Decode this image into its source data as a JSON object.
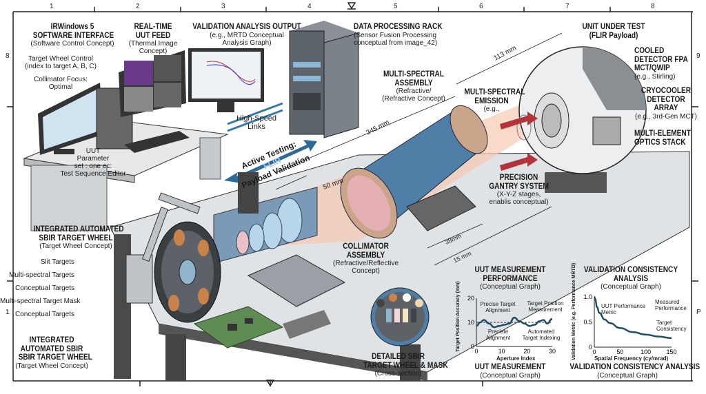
{
  "frame": {
    "top_ruler": [
      "1",
      "2",
      "3",
      "4",
      "5",
      "6",
      "7",
      "8"
    ],
    "left_ruler": [
      "8",
      "1"
    ],
    "right_ruler": [
      "9",
      "P"
    ]
  },
  "labels": {
    "software": {
      "title1": "IRWindows 5",
      "title2": "SOFTWARE INTERFACE",
      "sub": "(Software Control Concept)"
    },
    "target_wheel_control": {
      "line1": "Target Wheel Control",
      "line2": "(index to target A, B, C)"
    },
    "collimator_focus": {
      "line1": "Collimator Focus:",
      "line2": "Optimal"
    },
    "uut_feed": {
      "title1": "REAL-TIME",
      "title2": "UUT FEED",
      "sub1": "(Thermal Image",
      "sub2": "Concept)"
    },
    "validation_output": {
      "title": "VALIDATION ANALYSIS OUTPUT",
      "sub1": "(e.g., MRTD Conceptual",
      "sub2": "Analysis Graph)"
    },
    "rack": {
      "title": "DATA PROCESSING RACK",
      "sub1": "(Sensor Fusion Processing",
      "sub2": "conceptual from image_42)"
    },
    "uut": {
      "title1": "UNIT UNDER TEST",
      "title2": "(FLIR Payload)"
    },
    "fpa": {
      "title1": "COOLED",
      "title2": "DETECTOR FPA",
      "title3": "MCT/QWIP",
      "sub": "(e.g., Stirling)"
    },
    "cryocooler": {
      "title1": "CRYOCOOLER",
      "title2": "DETECTOR",
      "title3": "ARRAY",
      "sub": "(e.g., 3rd-Gen MCT)"
    },
    "optics_stack": {
      "title1": "MULTI-ELEMENT",
      "title2": "OPTICS STACK"
    },
    "ms_assembly": {
      "title1": "MULTI-SPECTRAL",
      "title2": "ASSEMBLY",
      "sub1": "(Refractive/",
      "sub2": "(Refractive Concept)"
    },
    "ms_emission": {
      "title1": "MULTI-SPECTRAL",
      "title2": "EMISSION",
      "sub": "(e.g.,"
    },
    "links": {
      "line1": "High-Speed",
      "line2": "Links"
    },
    "active_testing": {
      "line1": "Active Testing:",
      "line2": "FLIR",
      "line3": "Payload Validation"
    },
    "uut_param": {
      "line1": "UUT",
      "line2": "Parameter",
      "line3": "set : one ec:",
      "line4": "Test Sequence Editor"
    },
    "gantry": {
      "title1": "PRECISION",
      "title2": "GANTRY SYSTEM",
      "sub1": "(X-Y-Z stages,",
      "sub2": "enablis conceptual)"
    },
    "wheel_top": {
      "title1": "INTEGRATED AUTOMATED",
      "title2": "SBIR TARGET WHEEL",
      "sub": "(Target Wheel Concept)"
    },
    "wheel_items": [
      "Slit Targets",
      "Multi-spectral Targets",
      "Conceptual Targets",
      "Multi-spectral Target Mask",
      "Conceptual Targets"
    ],
    "wheel_bottom": {
      "title1": "INTEGRATED",
      "title2": "AUTOMATED SBIR",
      "title3": "SBIR TARGET WHEEL",
      "sub": "(Target Wheel Concept)"
    },
    "collimator": {
      "title1": "COLLIMATOR",
      "title2": "ASSEMBLY",
      "sub1": "(Refractive/Reflective",
      "sub2": "Concept)"
    },
    "detail_wheel": {
      "title1": "DETAILED SBIR",
      "title2": "TARGET WHEEL & MASK",
      "sub": "(Cross-section)"
    },
    "dims": {
      "d113": "113 mm",
      "d345": "345 mm",
      "d50": "50 mm",
      "d38": "38mm",
      "d15": "15 mm"
    }
  },
  "chart_data": [
    {
      "type": "line",
      "title": "UUT MEASUREMENT PERFORMANCE",
      "subtitle": "(Conceptual Graph)",
      "footer_title": "UUT MEASUREMENT",
      "footer_sub": "(Conceptual Graph)",
      "xlabel": "Aperture Index",
      "ylabel": "Target Position Accuracy (mm)",
      "xlim": [
        0,
        30
      ],
      "ylim": [
        0,
        20
      ],
      "xticks": [
        "0",
        "10",
        "20",
        "30"
      ],
      "yticks": [
        "0",
        "10",
        "20"
      ],
      "series": [
        {
          "name": "Target Position Measurement",
          "x": [
            0,
            1.5,
            3,
            5,
            7,
            9,
            11,
            13,
            15,
            17,
            19,
            21,
            23,
            25,
            26.5,
            28,
            30
          ],
          "y": [
            8.5,
            10,
            11,
            9.5,
            8,
            8.5,
            9,
            9.5,
            12,
            10.5,
            9.5,
            8.5,
            9,
            10.5,
            11,
            9.5,
            11.5
          ]
        }
      ],
      "reference_line": 10,
      "annotations": [
        "Precise Target Alignment",
        "Preciate Alignment",
        "Automated Target Indexing"
      ],
      "color": "#1f4e66"
    },
    {
      "type": "line",
      "title": "VALIDATION CONSISTENCY ANALYSIS",
      "subtitle": "(Conceptual Graph)",
      "footer_title": "VALIDATION CONSISTENCY ANALYSIS",
      "footer_sub": "(Conceptual Graph)",
      "xlabel": "Spatial Frequency (cy/mrad)",
      "ylabel": "Validation Metric (e.g. Performance MRTD)",
      "xlim": [
        0,
        150
      ],
      "ylim": [
        0,
        1
      ],
      "xticks": [
        "0",
        "50",
        "100",
        "150"
      ],
      "yticks": [
        "0",
        "0.5",
        "1.0"
      ],
      "series": [
        {
          "name": "Measured Performance",
          "x": [
            0,
            2,
            5,
            10,
            20,
            30,
            50,
            75,
            100,
            125,
            150
          ],
          "y": [
            1.0,
            0.95,
            0.8,
            0.68,
            0.55,
            0.48,
            0.38,
            0.3,
            0.25,
            0.21,
            0.18
          ]
        }
      ],
      "annotations": [
        "UUT Performance Metric",
        "Target Consistency"
      ],
      "color": "#1f4e66"
    }
  ]
}
